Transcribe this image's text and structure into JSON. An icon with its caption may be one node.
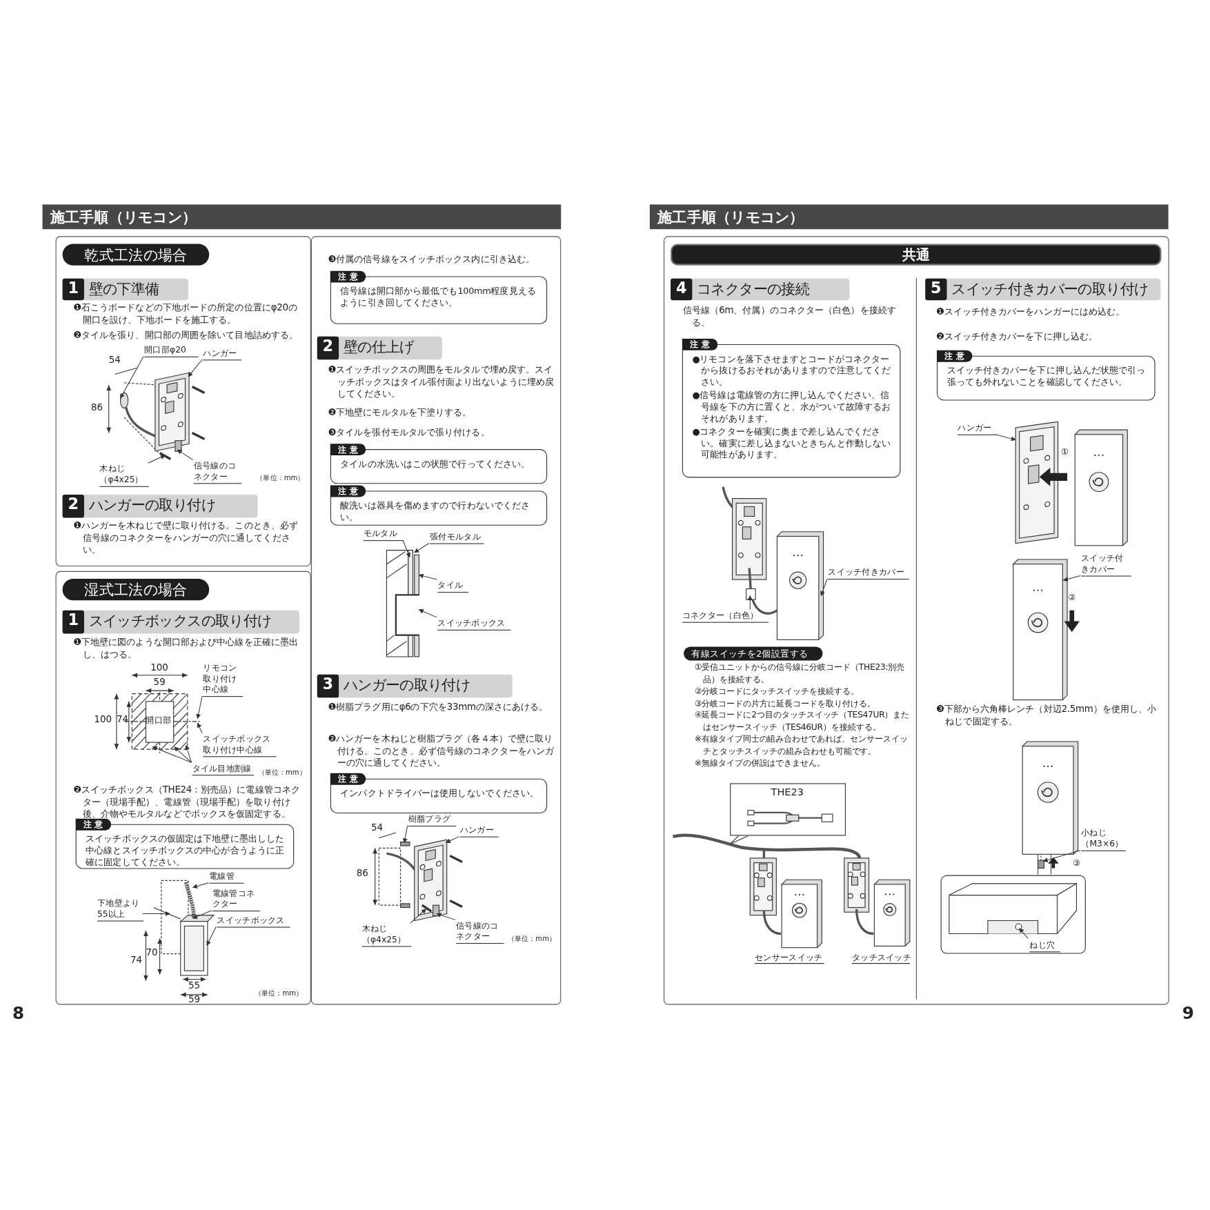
{
  "diagram": {
    "nodes": [
      {
        "text": [
          "施工手順（リモコン）"
        ]
      },
      {
        "text": [
          "乾式工法の場合"
        ]
      },
      {
        "text": [
          "1",
          "壁の下準備"
        ],
        "in": 1
      },
      {
        "text": [
          "開口部φ20"
        ],
        "in": 1
      },
      {
        "text": [
          "ハンガー"
        ],
        "in": 1
      },
      {
        "text": [
          "木ねじ（φ4x25）"
        ],
        "in": 1
      },
      {
        "text": [
          "信号線のコネクター"
        ],
        "in": 1
      },
      {
        "text": [
          "2",
          "ハンガーの取り付け"
        ],
        "in": 1
      },
      {
        "text": [
          "湿式工法の場合"
        ]
      },
      {
        "text": [
          "1",
          "スイッチボックスの取り付け"
        ],
        "in": 8
      },
      {
        "text": [
          "リモコン取り付け中心線"
        ],
        "in": 8
      },
      {
        "text": [
          "スイッチボックス取り付け中心線"
        ],
        "in": 8
      },
      {
        "text": [
          "タイル目地割線"
        ],
        "in": 8
      },
      {
        "text": [
          "注 意",
          "スイッチボックスの仮固定は下地壁に墨出しした中心線とスイッチボックスの中心が合うように正確に固定してください。"
        ],
        "in": 8
      },
      {
        "text": [
          "電線管"
        ],
        "in": 8
      },
      {
        "text": [
          "下地壁より55以上"
        ],
        "in": 8
      },
      {
        "text": [
          "電線管コネクター"
        ],
        "in": 8
      },
      {
        "text": [
          "スイッチボックス"
        ],
        "in": 8
      },
      {
        "text": [],
        "shape": "box"
      },
      {
        "text": [
          "注 意",
          "信号線は開口部から最低でも100mm程度見えるように引き回してください。"
        ],
        "in": 18
      },
      {
        "text": [
          "2",
          "壁の仕上げ"
        ],
        "in": 18
      },
      {
        "text": [
          "注 意",
          "タイルの水洗いはこの状態で行ってください。"
        ],
        "in": 18
      },
      {
        "text": [
          "注 意",
          "酸洗いは器具を傷めますので行わないでください。"
        ],
        "in": 18
      },
      {
        "text": [
          "モルタル"
        ],
        "in": 18
      },
      {
        "text": [
          "張付モルタル"
        ],
        "in": 18
      },
      {
        "text": [
          "タイル"
        ],
        "in": 18
      },
      {
        "text": [
          "スイッチボックス"
        ],
        "in": 18
      },
      {
        "text": [
          "3",
          "ハンガーの取り付け"
        ],
        "in": 18
      },
      {
        "text": [
          "注 意",
          "インパクトドライバーは使用しないでください。"
        ],
        "in": 18
      },
      {
        "text": [
          "樹脂プラグ"
        ],
        "in": 18
      },
      {
        "text": [
          "ハンガー"
        ],
        "in": 18
      },
      {
        "text": [
          "木ねじ（φ4x25）"
        ],
        "in": 18
      },
      {
        "text": [
          "信号線のコネクター"
        ],
        "in": 18
      },
      {
        "text": [
          "施工手順（リモコン）"
        ]
      },
      {
        "text": [
          "共通"
        ]
      },
      {
        "text": [
          "4",
          "コネクターの接続"
        ],
        "in": 34
      },
      {
        "text": [
          "注 意",
          "●リモコンを落下させますとコードがコネクターから抜けるおそれがありますので注意してください。",
          "●信号線は電線管の方に押し込んでください。信号線を下の方に置くと、水がついて故障するおそれがあります。",
          "●コネクターを確実に奥まで差し込んでください。確実に差し込まないときちんと作動しない可能性があります。"
        ],
        "in": 34
      },
      {
        "text": [
          "スイッチ付きカバー"
        ],
        "in": 34
      },
      {
        "text": [
          "コネクター（白色）"
        ],
        "in": 34
      },
      {
        "text": [
          "有線スイッチを2個設置する"
        ],
        "in": 34
      },
      {
        "text": [
          "THE23"
        ],
        "in": 34
      },
      {
        "text": [
          "5",
          "スイッチ付きカバーの取り付け"
        ],
        "in": 34
      },
      {
        "text": [
          "注 意",
          "スイッチ付きカバーを下に押し込んだ状態で引っ張っても外れないことを確認してください。"
        ],
        "in": 34
      },
      {
        "text": [
          "ハンガー"
        ],
        "in": 34
      },
      {
        "text": [
          "スイッチ付きカバー"
        ],
        "in": 34
      },
      {
        "text": [
          "小ねじ（M3×6）"
        ],
        "in": 34
      },
      {
        "text": [],
        "shape": "picture",
        "in": 34
      },
      {
        "text": [
          "ねじ穴"
        ],
        "in": 46
      },
      {
        "text": [],
        "shape": "picture",
        "in": 1
      },
      {
        "text": [],
        "shape": "picture",
        "in": 8
      },
      {
        "text": [],
        "shape": "picture",
        "in": 8
      },
      {
        "text": [],
        "shape": "picture",
        "in": 18
      },
      {
        "text": [],
        "shape": "picture",
        "in": 18
      },
      {
        "text": [],
        "shape": "picture",
        "in": 34
      },
      {
        "text": [],
        "shape": "picture",
        "in": 34
      },
      {
        "text": [],
        "shape": "picture",
        "in": 34
      },
      {
        "text": [],
        "shape": "picture",
        "in": 34
      }
    ],
    "edges": [
      {
        "from": 3,
        "to": 48,
        "arrow": "to"
      },
      {
        "from": 4,
        "to": 48,
        "arrow": "to"
      },
      {
        "from": 5,
        "to": 48,
        "arrow": "to"
      },
      {
        "from": 6,
        "to": 48,
        "arrow": "to"
      },
      {
        "from": 10,
        "to": 49,
        "arrow": "to"
      },
      {
        "from": 11,
        "to": 49,
        "arrow": "to"
      },
      {
        "from": 12,
        "to": 49,
        "arrow": "to"
      },
      {
        "from": 12,
        "to": 49,
        "arrow": "to"
      },
      {
        "from": 12,
        "to": 49,
        "arrow": "to"
      },
      {
        "from": 14,
        "to": 50,
        "arrow": "to"
      },
      {
        "from": 15,
        "to": 50,
        "arrow": "to"
      },
      {
        "from": 16,
        "to": 50,
        "arrow": "to"
      },
      {
        "from": 17,
        "to": 50,
        "arrow": "to"
      },
      {
        "from": 23,
        "to": 51,
        "arrow": "to"
      },
      {
        "from": 24,
        "to": 51,
        "arrow": "to"
      },
      {
        "from": 25,
        "to": 51,
        "arrow": "to"
      },
      {
        "from": 26,
        "to": 51,
        "arrow": "to"
      },
      {
        "from": 29,
        "to": 52,
        "arrow": "to"
      },
      {
        "from": 30,
        "to": 52,
        "arrow": "to"
      },
      {
        "from": 31,
        "to": 52,
        "arrow": "to"
      },
      {
        "from": 32,
        "to": 52,
        "arrow": "to"
      },
      {
        "from": 37,
        "to": 53,
        "arrow": "to"
      },
      {
        "from": 38,
        "to": 53,
        "arrow": "to"
      },
      {
        "from": 43,
        "to": 54,
        "arrow": "to"
      },
      {
        "from": 44,
        "to": 55,
        "arrow": "to"
      },
      {
        "from": 45,
        "to": 56,
        "arrow": "to"
      },
      {
        "from": 46,
        "to": 56,
        "arrow": "none"
      },
      {
        "from": 46,
        "to": 56,
        "arrow": "none"
      },
      {
        "from": 47,
        "to": 46,
        "arrow": "to"
      }
    ],
    "labels": [
      "❶石こうボードなどの下地ボードの所定の位置にφ20の開口を設け、下地ボードを施工する。",
      "❷タイルを張り、開口部の周囲を除いて目地詰めする。",
      "54",
      "86",
      "（単位：mm）",
      "❶ハンガーを木ねじで壁に取り付ける。このとき、必ず信号線のコネクターをハンガーの穴に通してください。",
      "❶下地壁に図のような開口部および中心線を正確に墨出し、はつる。",
      "100",
      "59",
      "100",
      "74",
      "開口部",
      "（単位：mm）",
      "❷スイッチボックス（THE24：別売品）に電線管コネクター（現場手配）、電線管（現場手配）を取り付け後、介物やモルタルなどでボックスを仮固定する。",
      "70",
      "74",
      "55",
      "59",
      "（単位：mm）",
      "8",
      "❸付属の信号線をスイッチボックス内に引き込む。",
      "❶スイッチボックスの周囲をモルタルで埋め戻す。スイッチボックスはタイル張付面より出ないように埋め戻してください。",
      "❷下地壁にモルタルを下塗りする。",
      "❸タイルを張付モルタルで張り付ける。",
      "❶樹脂プラグ用にφ6の下穴を33mmの深さにあける。",
      "❷ハンガーを木ねじと樹脂プラグ（各４本）で壁に取り付ける。このとき、必ず信号線のコネクターをハンガーの穴に通してください。",
      "54",
      "86",
      "（単位：mm）",
      "信号線（6m、付属）のコネクター（白色）を接続する。",
      "①受信ユニットからの信号線に分岐コード（THE23:別売品）を接続する。",
      "②分岐コードにタッチスイッチを接続する。",
      "③分岐コードの片方に延長コードを取り付ける。",
      "④延長コードに2つ目のタッチスイッチ（TES47UR）またはセンサースイッチ（TES46UR）を接続する。",
      "※有線タイプ同士の組み合わせであれば、センサースイッチとタッチスイッチの組み合わせも可能です。",
      "※無線タイプの併設はできません。",
      "センサースイッチ",
      "タッチスイッチ",
      "❶スイッチ付きカバーをハンガーにはめ込む。",
      "❷スイッチ付きカバーを下に押し込む。",
      "①",
      "②",
      "❸下部から六角棒レンチ（対辺2.5mm）を使用し、小ねじで固定する。",
      "③",
      "9"
    ]
  }
}
